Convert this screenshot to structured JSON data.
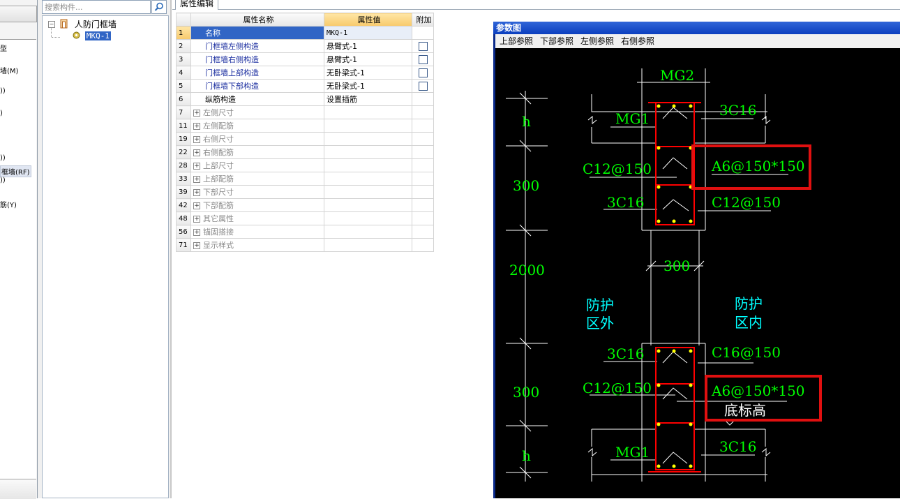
{
  "left_strip": {
    "items": [
      "型",
      "墙(M)",
      "))",
      ")",
      "))",
      "框墙(RF)",
      "))",
      "筋(Y)"
    ]
  },
  "tree": {
    "search_placeholder": "搜索构件...",
    "root_label": "人防门框墙",
    "child_label": "MKQ-1",
    "expander_symbol": "−"
  },
  "properties": {
    "tab_label": "属性编辑",
    "columns": {
      "name": "属性名称",
      "value": "属性值",
      "extra": "附加"
    },
    "rows": [
      {
        "num": "1",
        "name": "名称",
        "value": "MKQ-1",
        "style": "normal",
        "checkbox": false,
        "expander": false,
        "selected": true
      },
      {
        "num": "2",
        "name": "门框墙左侧构造",
        "value": "悬臂式-1",
        "style": "blue",
        "checkbox": true,
        "expander": false,
        "selected": false
      },
      {
        "num": "3",
        "name": "门框墙右侧构造",
        "value": "悬臂式-1",
        "style": "blue",
        "checkbox": true,
        "expander": false,
        "selected": false
      },
      {
        "num": "4",
        "name": "门框墙上部构造",
        "value": "无卧梁式-1",
        "style": "blue",
        "checkbox": true,
        "expander": false,
        "selected": false
      },
      {
        "num": "5",
        "name": "门框墙下部构造",
        "value": "无卧梁式-1",
        "style": "blue",
        "checkbox": true,
        "expander": false,
        "selected": false
      },
      {
        "num": "6",
        "name": "纵筋构造",
        "value": "设置插筋",
        "style": "normal",
        "checkbox": false,
        "expander": false,
        "selected": false
      },
      {
        "num": "7",
        "name": "左侧尺寸",
        "value": "",
        "style": "gray",
        "checkbox": false,
        "expander": true,
        "selected": false
      },
      {
        "num": "11",
        "name": "左侧配筋",
        "value": "",
        "style": "gray",
        "checkbox": false,
        "expander": true,
        "selected": false
      },
      {
        "num": "19",
        "name": "右侧尺寸",
        "value": "",
        "style": "gray",
        "checkbox": false,
        "expander": true,
        "selected": false
      },
      {
        "num": "22",
        "name": "右侧配筋",
        "value": "",
        "style": "gray",
        "checkbox": false,
        "expander": true,
        "selected": false
      },
      {
        "num": "28",
        "name": "上部尺寸",
        "value": "",
        "style": "gray",
        "checkbox": false,
        "expander": true,
        "selected": false
      },
      {
        "num": "33",
        "name": "上部配筋",
        "value": "",
        "style": "gray",
        "checkbox": false,
        "expander": true,
        "selected": false
      },
      {
        "num": "39",
        "name": "下部尺寸",
        "value": "",
        "style": "gray",
        "checkbox": false,
        "expander": true,
        "selected": false
      },
      {
        "num": "42",
        "name": "下部配筋",
        "value": "",
        "style": "gray",
        "checkbox": false,
        "expander": true,
        "selected": false
      },
      {
        "num": "48",
        "name": "其它属性",
        "value": "",
        "style": "gray",
        "checkbox": false,
        "expander": true,
        "selected": false
      },
      {
        "num": "56",
        "name": "锚固搭接",
        "value": "",
        "style": "gray",
        "checkbox": false,
        "expander": true,
        "selected": false
      },
      {
        "num": "71",
        "name": "显示样式",
        "value": "",
        "style": "gray",
        "checkbox": false,
        "expander": true,
        "selected": false
      }
    ],
    "expander_symbol": "+"
  },
  "param_window": {
    "title": "参数图",
    "menu": [
      "上部参照",
      "下部参照",
      "左侧参照",
      "右侧参照"
    ],
    "drawing": {
      "top_beam": "MG2",
      "dim_h_top": "h",
      "dim_300_top": "300",
      "dim_2000": "2000",
      "dim_300_bottom": "300",
      "dim_h_bottom": "h",
      "mg1_top": "MG1",
      "mg1_bottom": "MG1",
      "top_3c16_right": "3C16",
      "top_a6": "A6@150*150",
      "top_c12_left": "C12@150",
      "top_3c16_left": "3C16",
      "top_c12_right": "C12@150",
      "wall_width": "300",
      "outside_label_1": "防护",
      "outside_label_2": "区外",
      "inside_label_1": "防护",
      "inside_label_2": "区内",
      "bot_3c16_left": "3C16",
      "bot_c16_right": "C16@150",
      "bot_c12_left": "C12@150",
      "bot_a6": "A6@150*150",
      "bottom_elevation": "底标高",
      "bot_3c16_right": "3C16"
    },
    "colors": {
      "background": "#000000",
      "text_green": "#00ff00",
      "text_cyan": "#00ffff",
      "rebar_red": "#ff0000",
      "highlight": "#e01010",
      "bar_dot": "#ffff00"
    }
  }
}
